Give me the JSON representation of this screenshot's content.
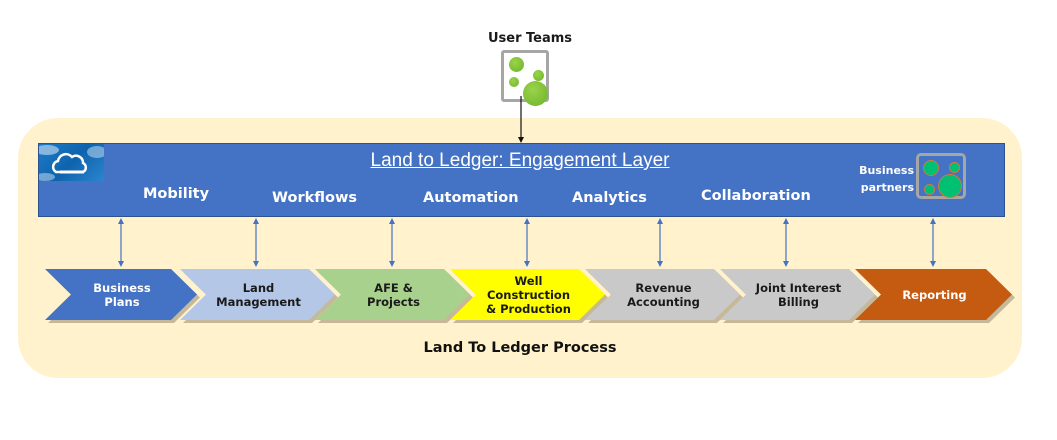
{
  "user_teams": {
    "label": "User Teams",
    "icon": "team-bubbles-icon"
  },
  "engagement_layer": {
    "title": "Land to Ledger:  Engagement Layer",
    "cloud_icon": "cloud-icon",
    "capabilities": [
      "Mobility",
      "Workflows",
      "Automation",
      "Analytics",
      "Collaboration"
    ],
    "business_partners": {
      "label_line1": "Business",
      "label_line2": "partners",
      "icon": "partner-bubbles-icon"
    }
  },
  "process": {
    "label": "Land To Ledger Process",
    "steps": [
      {
        "line1": "Business",
        "line2": "Plans",
        "line3": "",
        "fill": "#4472c4",
        "text_color": "#ffffff"
      },
      {
        "line1": "Land",
        "line2": "Management",
        "line3": "",
        "fill": "#b4c7e7",
        "text_color": "#1a1a1a"
      },
      {
        "line1": "AFE &",
        "line2": "Projects",
        "line3": "",
        "fill": "#a9d18e",
        "text_color": "#1a1a1a"
      },
      {
        "line1": "Well",
        "line2": "Construction",
        "line3": "& Production",
        "fill": "#ffff00",
        "text_color": "#1a1a1a"
      },
      {
        "line1": "Revenue",
        "line2": "Accounting",
        "line3": "",
        "fill": "#c9c9c9",
        "text_color": "#1a1a1a"
      },
      {
        "line1": "Joint Interest",
        "line2": "Billing",
        "line3": "",
        "fill": "#c9c9c9",
        "text_color": "#1a1a1a"
      },
      {
        "line1": "Reporting",
        "line2": "",
        "line3": "",
        "fill": "#c55a11",
        "text_color": "#ffffff"
      }
    ]
  },
  "colors": {
    "panel_bg": "#fff2cc",
    "layer_blue": "#4472c4",
    "connector_blue": "#4472c4",
    "team_green": "#7cc13a",
    "partner_green": "#00c073"
  }
}
